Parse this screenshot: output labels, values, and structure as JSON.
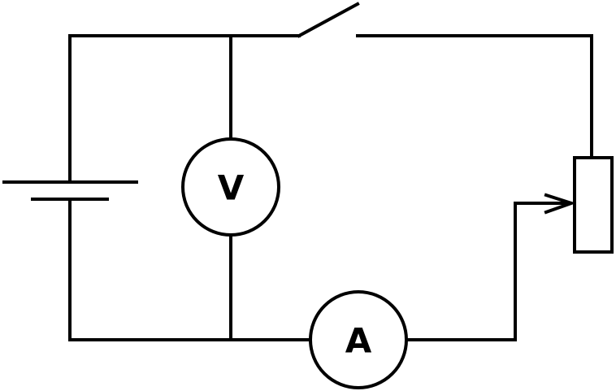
{
  "circuit": {
    "voltmeter_label": "V",
    "ammeter_label": "A",
    "line_color": "#000000",
    "background_color": "#ffffff",
    "components": [
      "battery",
      "switch",
      "voltmeter",
      "ammeter",
      "rheostat"
    ]
  }
}
